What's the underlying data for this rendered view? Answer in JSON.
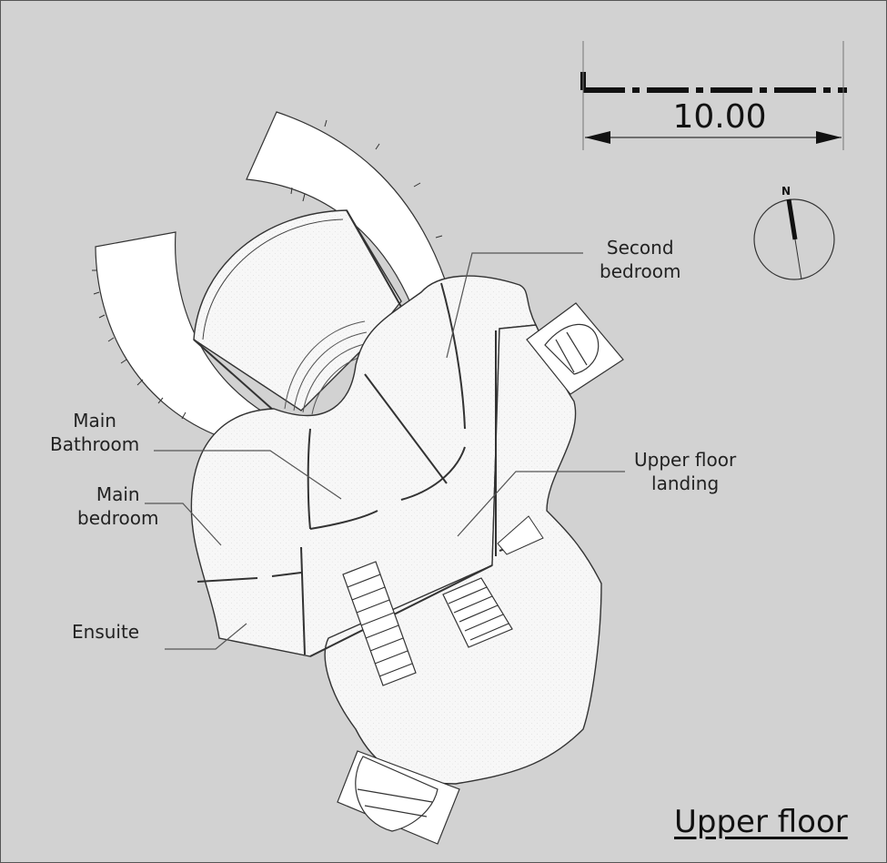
{
  "title": "Upper floor",
  "scale_bar": {
    "value": "10.00"
  },
  "north_arrow": {
    "letter": "N",
    "icon": "north-arrow-icon"
  },
  "rooms": [
    {
      "id": "second-bedroom",
      "label_lines": [
        "Second",
        "bedroom"
      ]
    },
    {
      "id": "main-bathroom",
      "label_lines": [
        "Main",
        "Bathroom"
      ]
    },
    {
      "id": "main-bedroom",
      "label_lines": [
        "Main",
        "bedroom"
      ]
    },
    {
      "id": "upper-floor-landing",
      "label_lines": [
        "Upper floor",
        "landing"
      ]
    },
    {
      "id": "ensuite",
      "label_lines": [
        "Ensuite"
      ]
    }
  ]
}
